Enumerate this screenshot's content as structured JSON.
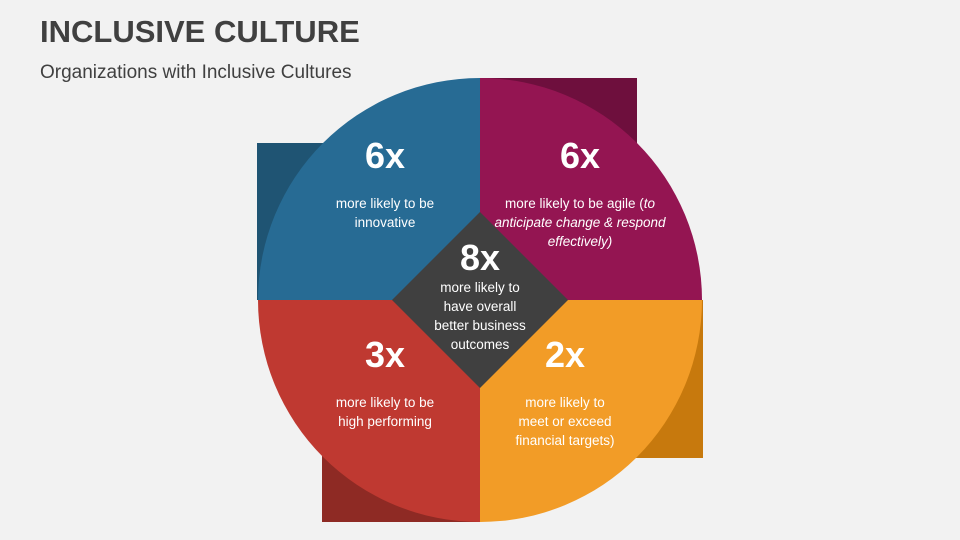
{
  "header": {
    "title": "INCLUSIVE CULTURE",
    "subtitle": "Organizations with Inclusive Cultures"
  },
  "colors": {
    "background": "#f2f2f2",
    "blue": "#276b94",
    "blue_dark": "#1f5473",
    "purple": "#941552",
    "purple_dark": "#6e0f3d",
    "red": "#bf3931",
    "red_dark": "#8e2a24",
    "orange": "#f29c27",
    "orange_dark": "#c7790d",
    "center": "#404040",
    "text": "#ffffff"
  },
  "segments": {
    "top_left": {
      "value": "6x",
      "text": "more likely to be innovative",
      "line1": "more likely to be",
      "line2": "innovative"
    },
    "top_right": {
      "value": "6x",
      "text_plain": "more likely to be agile",
      "text_italic": "(to anticipate change & respond effectively)",
      "line1_plain": "more likely to be agile (",
      "line1_italic": "to",
      "line2": "anticipate change & respond",
      "line3": "effectively)"
    },
    "bottom_left": {
      "value": "3x",
      "line1": "more likely to be",
      "line2": "high performing"
    },
    "bottom_right": {
      "value": "2x",
      "line1": "more likely to",
      "line2": "meet or exceed",
      "line3": "financial targets)"
    },
    "center": {
      "value": "8x",
      "line1": "more likely to",
      "line2": "have overall",
      "line3": "better business",
      "line4": "outcomes"
    }
  }
}
